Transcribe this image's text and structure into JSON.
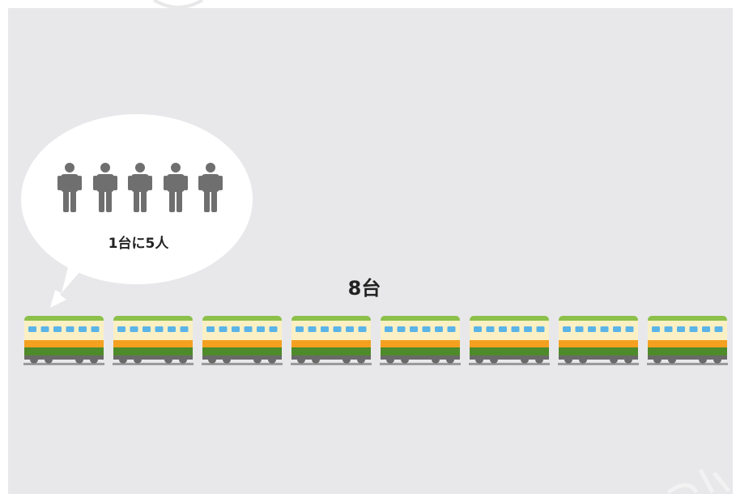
{
  "bubble": {
    "label": "1台に5人",
    "people_count": 5
  },
  "total": {
    "label": "8台",
    "car_count": 8
  },
  "colors": {
    "background": "#e8e8ea",
    "person": "#6f6f6f",
    "car_top_green": "#8cc04a",
    "car_cream": "#fbf0c4",
    "car_window": "#5ab4e8",
    "car_orange": "#f4a020",
    "car_bottom_green": "#4f8a2a",
    "wheels": "#6a6a6a",
    "rail": "#9a9a9a"
  }
}
